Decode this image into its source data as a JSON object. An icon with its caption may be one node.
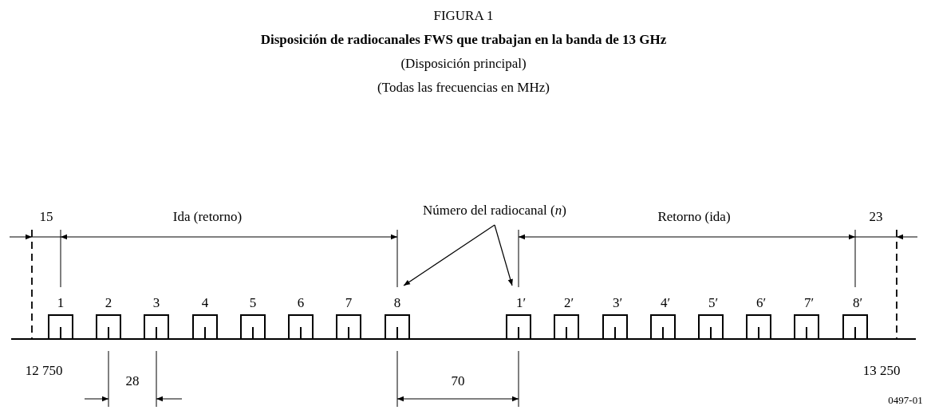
{
  "diagram": {
    "title": "Disposición de radiocanales FWS que trabajan en la banda de 13 GHz",
    "nodes": [
      {
        "text": [
          "Número del radiocanal (*n*)"
        ]
      },
      {
        "text": [
          "1"
        ]
      },
      {
        "text": [
          "2"
        ]
      },
      {
        "text": [
          "3"
        ]
      },
      {
        "text": [
          "4"
        ]
      },
      {
        "text": [
          "5"
        ]
      },
      {
        "text": [
          "6"
        ]
      },
      {
        "text": [
          "7"
        ]
      },
      {
        "text": [
          "8"
        ]
      },
      {
        "text": [
          "1′"
        ]
      },
      {
        "text": [
          "2′"
        ]
      },
      {
        "text": [
          "3′"
        ]
      },
      {
        "text": [
          "4′"
        ]
      },
      {
        "text": [
          "5′"
        ]
      },
      {
        "text": [
          "6′"
        ]
      },
      {
        "text": [
          "7′"
        ]
      },
      {
        "text": [
          "8′"
        ]
      }
    ],
    "edges": [
      {
        "from": 0,
        "to": 8,
        "arrow": "to"
      },
      {
        "from": 0,
        "to": 9,
        "arrow": "to"
      }
    ],
    "labels": [
      "FIGURA 1",
      "(Disposición principal)",
      "(Todas las frecuencias en MHz)",
      "15",
      "Ida (retorno)",
      "Retorno (ida)",
      "23",
      "12 750",
      "28",
      "70",
      "13 250",
      "0497-01"
    ]
  }
}
